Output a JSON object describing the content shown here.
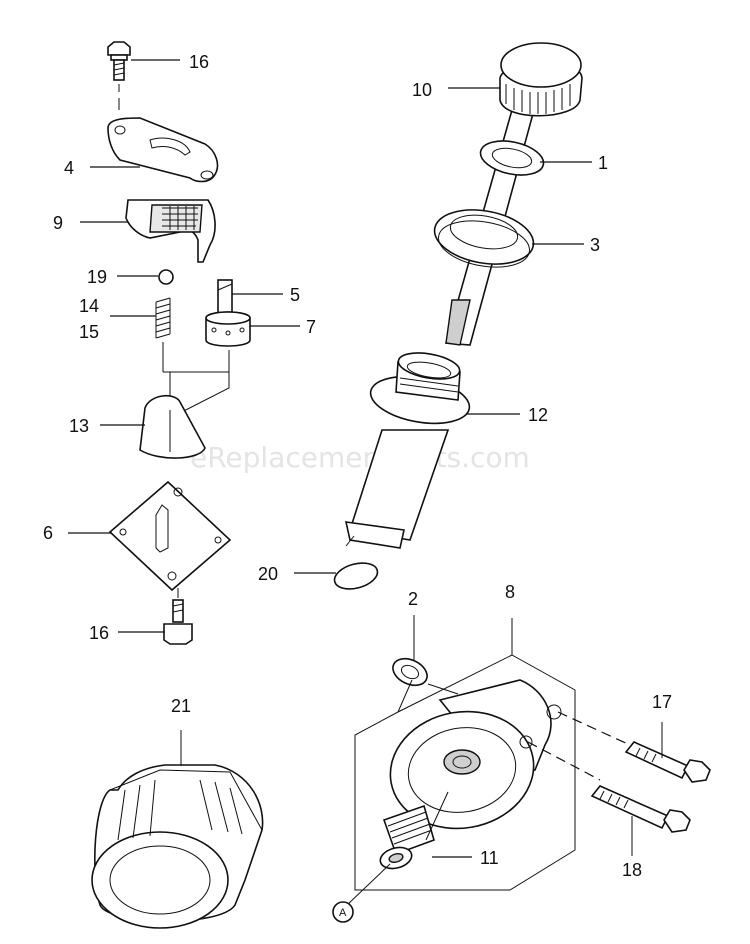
{
  "watermark": "eReplacementParts.com",
  "callout_letter": "A",
  "callouts": {
    "c16a": "16",
    "c4": "4",
    "c9": "9",
    "c19": "19",
    "c14": "14",
    "c15": "15",
    "c5": "5",
    "c7": "7",
    "c13": "13",
    "c6": "6",
    "c16b": "16",
    "c21": "21",
    "c10": "10",
    "c1": "1",
    "c3": "3",
    "c12": "12",
    "c20": "20",
    "c2": "2",
    "c8": "8",
    "c17": "17",
    "c18": "18",
    "c11": "11"
  }
}
